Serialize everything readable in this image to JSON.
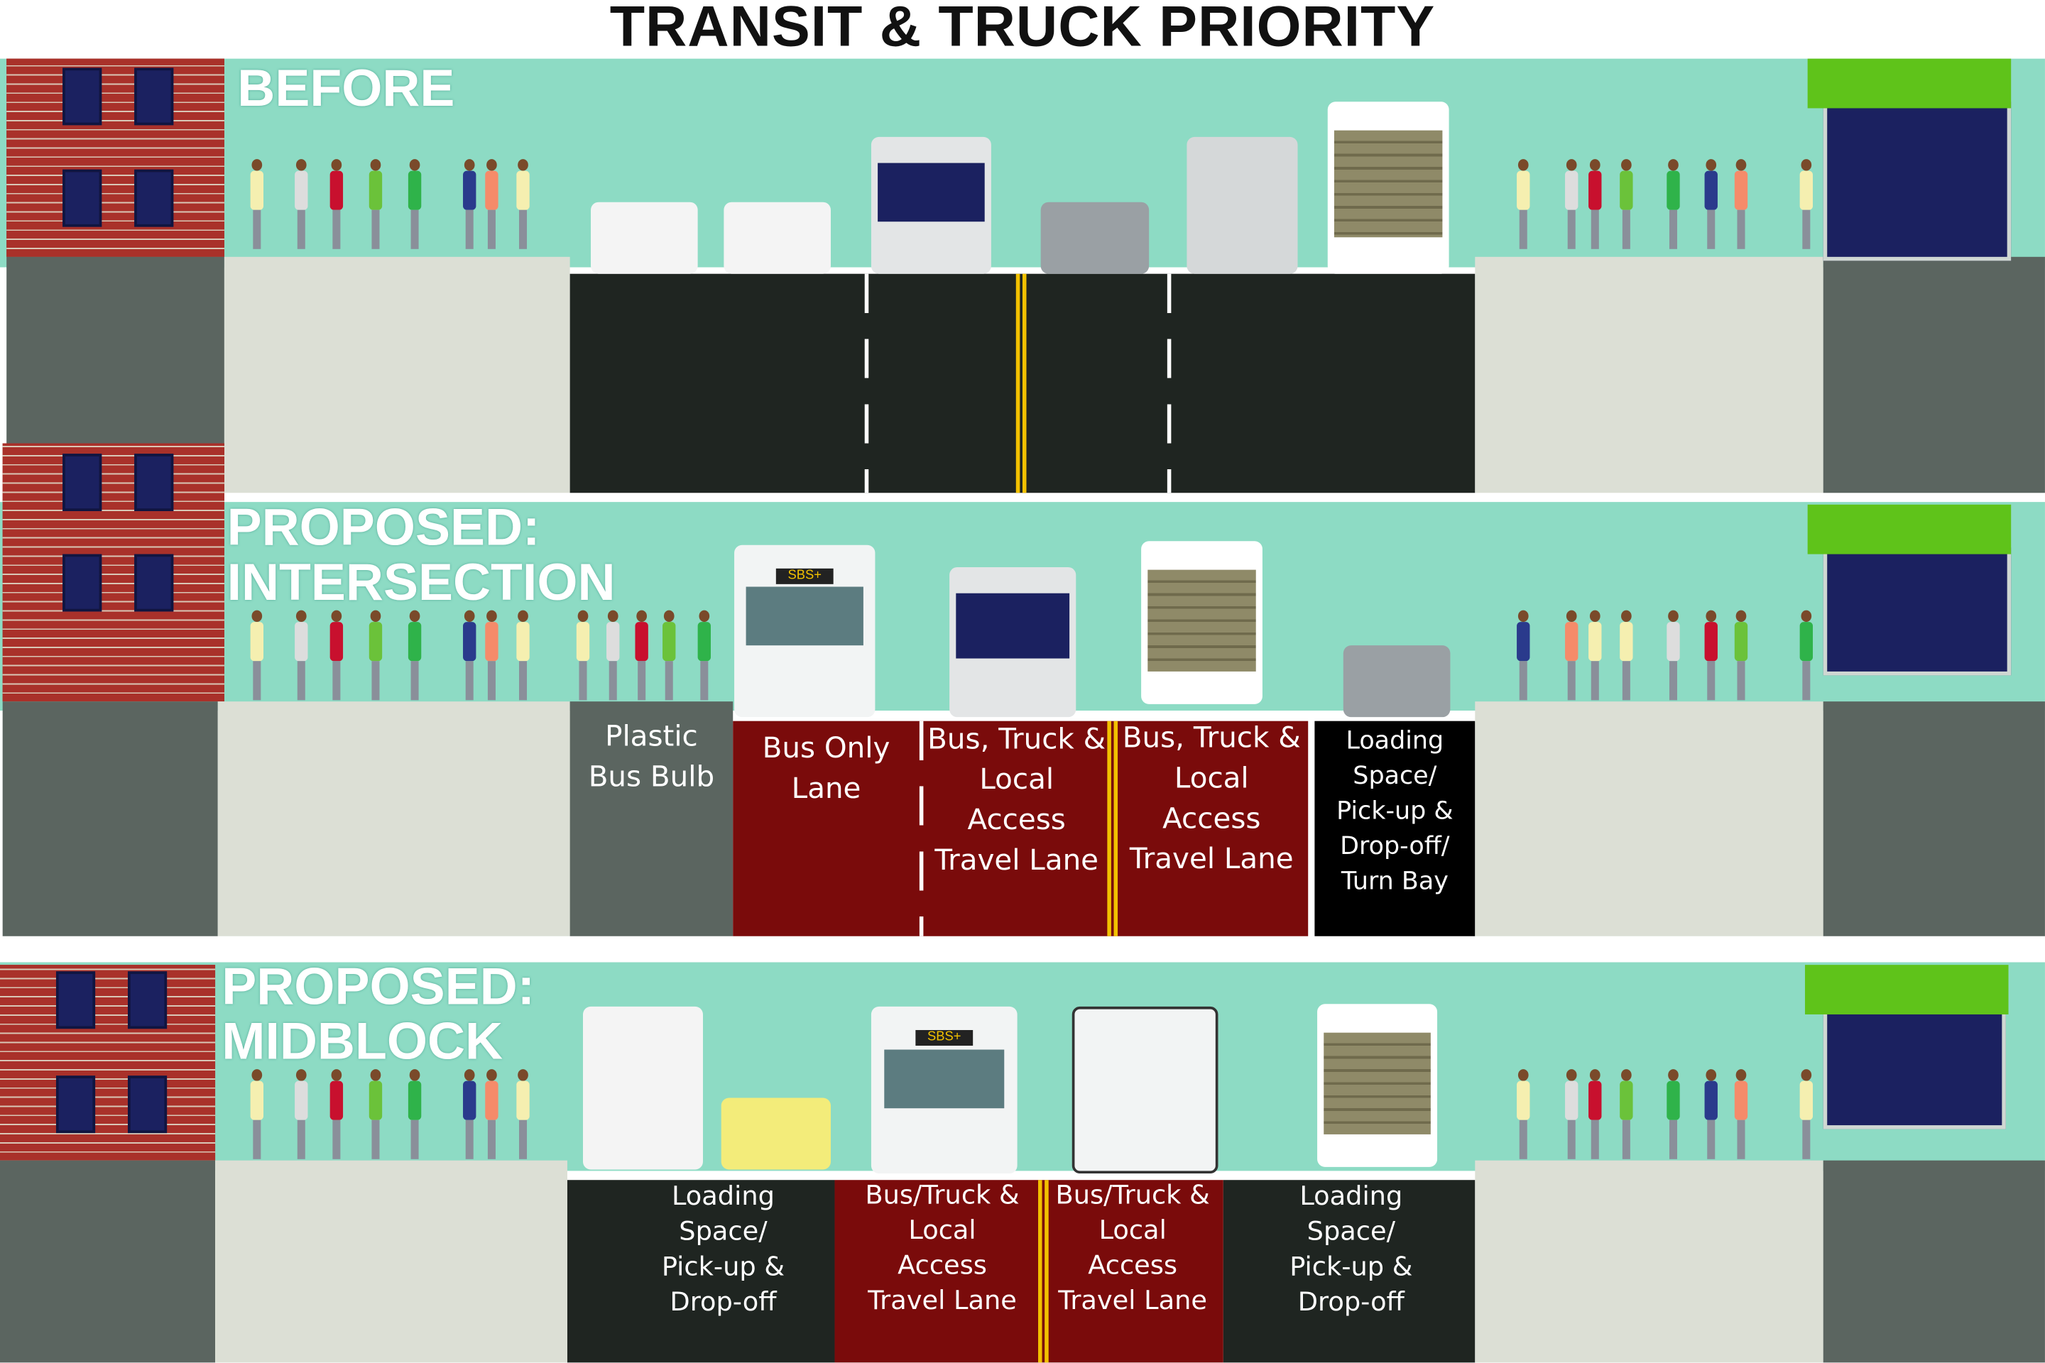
{
  "title": "TRANSIT & TRUCK PRIORITY",
  "panels": {
    "before": {
      "heading": "BEFORE"
    },
    "intersection": {
      "heading_line1": "PROPOSED:",
      "heading_line2": "INTERSECTION",
      "lanes": [
        {
          "line1": "Plastic",
          "line2": "Bus Bulb"
        },
        {
          "line1": "Bus Only",
          "line2": "Lane"
        },
        {
          "line1": "Bus, Truck &",
          "line2": "Local",
          "line3": "Access",
          "line4": "Travel Lane"
        },
        {
          "line1": "Bus, Truck &",
          "line2": "Local",
          "line3": "Access",
          "line4": "Travel Lane"
        },
        {
          "line1": "Loading",
          "line2": "Space/",
          "line3": "Pick-up &",
          "line4": "Drop-off/",
          "line5": "Turn Bay"
        }
      ]
    },
    "midblock": {
      "heading_line1": "PROPOSED:",
      "heading_line2": "MIDBLOCK",
      "lanes": [
        {
          "line1": "Loading",
          "line2": "Space/",
          "line3": "Pick-up &",
          "line4": "Drop-off"
        },
        {
          "line1": "Bus/Truck &",
          "line2": "Local",
          "line3": "Access",
          "line4": "Travel Lane"
        },
        {
          "line1": "Bus/Truck &",
          "line2": "Local",
          "line3": "Access",
          "line4": "Travel Lane"
        },
        {
          "line1": "Loading",
          "line2": "Space/",
          "line3": "Pick-up &",
          "line4": "Drop-off"
        }
      ]
    }
  },
  "bus_sign": "SBS+"
}
